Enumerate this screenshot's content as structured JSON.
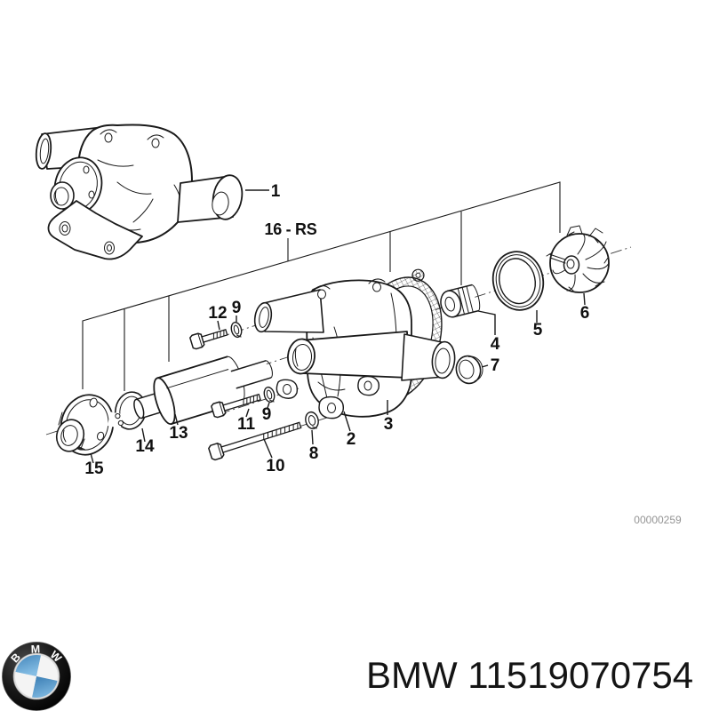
{
  "diagram": {
    "callouts": {
      "c1": "1",
      "c2": "2",
      "c3": "3",
      "c4": "4",
      "c5": "5",
      "c6": "6",
      "c7": "7",
      "c8": "8",
      "c9": "9",
      "c10": "10",
      "c11": "11",
      "c12": "12",
      "c13": "13",
      "c14": "14",
      "c15": "15"
    },
    "kit_label": "16 - RS",
    "drawing_number": "00000259"
  },
  "footer": {
    "title": "BMW 11519070754",
    "logo_letters": {
      "b": "B",
      "m": "M",
      "w": "W"
    }
  },
  "colors": {
    "ink": "#1a1a1a",
    "bmw_blue": "#4f9ac9",
    "drawing_number_gray": "#949494"
  }
}
